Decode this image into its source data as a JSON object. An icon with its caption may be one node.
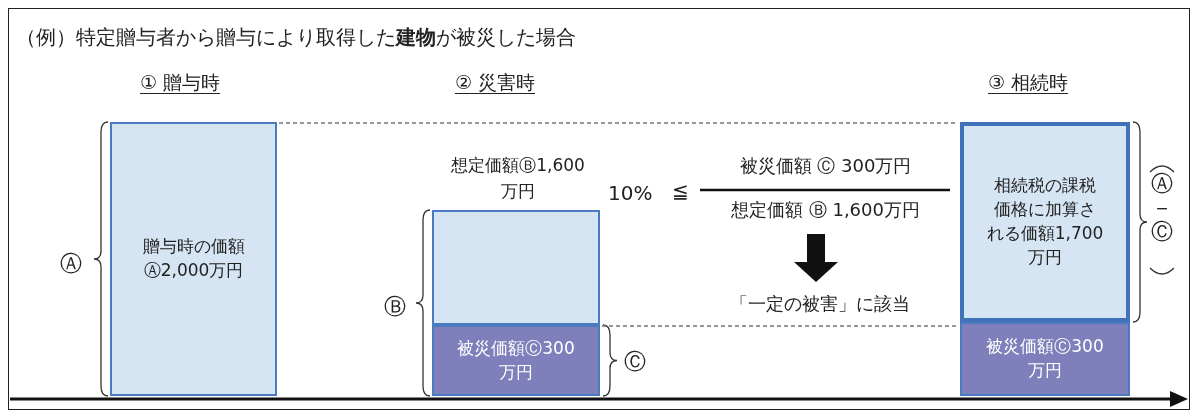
{
  "diagram": {
    "title": "（例）特定贈与者から贈与により取得した**建物**が被災した場合",
    "nodes": [
      {
        "text": [
          "贈与時の価額Ⓐ2,000万円"
        ]
      },
      {
        "text": [
          "想定価額Ⓑ1,600万円"
        ]
      },
      {
        "text": [
          "被災価額Ⓒ300万円"
        ]
      },
      {
        "text": [
          "相続税の課税価格に加算される価額1,700万円"
        ]
      },
      {
        "text": [
          "被災価額Ⓒ300万円"
        ]
      },
      {
        "text": [
          "10%",
          "≦",
          "被災価額 Ⓒ 300万円",
          "想定価額 Ⓑ 1,600万円"
        ]
      },
      {
        "text": [
          "「一定の被害」に該当"
        ]
      }
    ],
    "edges": [
      {
        "from": 5,
        "to": 6,
        "arrow": "to",
        "style": "thick"
      },
      {
        "from": 0,
        "to": 3,
        "arrow": "none",
        "style": "dashed",
        "color": "#777777"
      },
      {
        "from": 2,
        "to": 4,
        "arrow": "none",
        "style": "dashed",
        "color": "#777777"
      }
    ],
    "labels": [
      "① 贈与時",
      "② 災害時",
      "③ 相続時",
      "Ⓐ",
      "Ⓑ",
      "Ⓒ",
      "Ⓐ－Ⓒ"
    ]
  }
}
